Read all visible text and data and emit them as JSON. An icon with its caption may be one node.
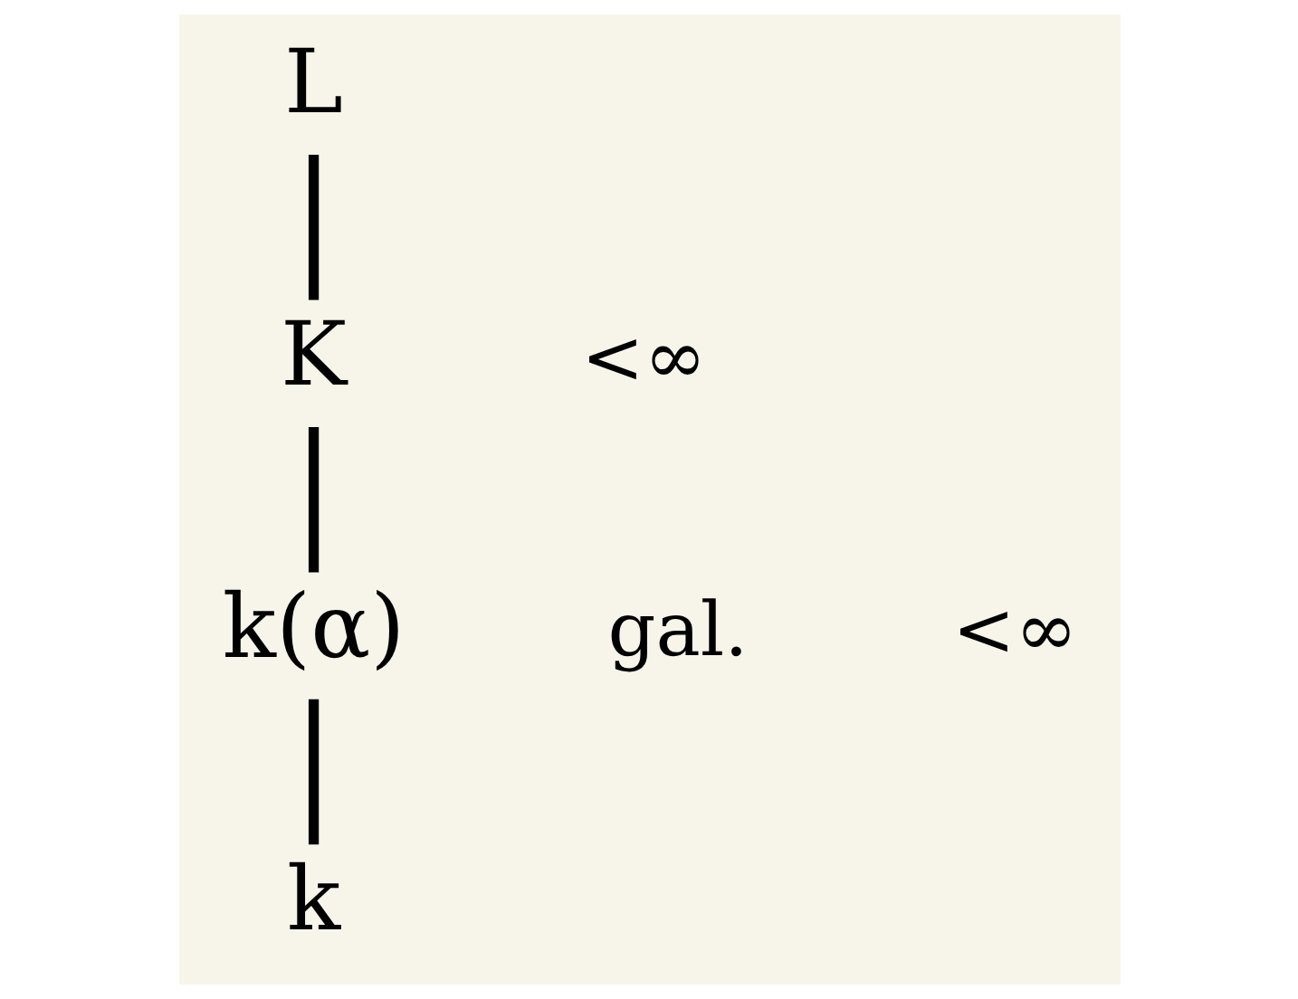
{
  "diagram": {
    "nodes": [
      {
        "text": [
          "L"
        ]
      },
      {
        "text": [
          "K"
        ]
      },
      {
        "text": [
          "k(α)"
        ]
      },
      {
        "text": [
          "k"
        ]
      }
    ],
    "edges": [
      {
        "from": 0,
        "to": 1,
        "arrow": "none"
      },
      {
        "from": 1,
        "to": 2,
        "arrow": "none"
      },
      {
        "from": 2,
        "to": 3,
        "arrow": "none"
      }
    ],
    "labels": [
      "<∞",
      "gal.",
      "<∞"
    ]
  }
}
